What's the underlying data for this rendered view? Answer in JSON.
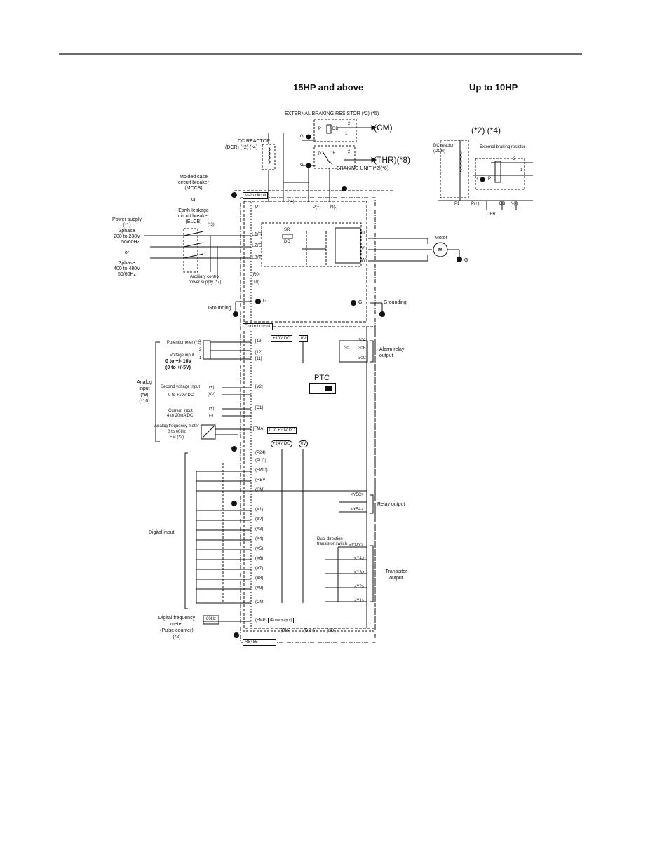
{
  "headings": {
    "left": "15HP and above",
    "right": "Up to 10HP"
  },
  "top": {
    "ext_braking": "EXTERNAL BRAKING RESISTOR (*2) (*5)",
    "cm": "(CM)",
    "thr": "(THR)(*8)",
    "braking_unit": "BRAKING UNIT (*2)(*6)",
    "dc_reactor_l1": "DC REACTOR",
    "dc_reactor_l2": "(DCR) (*2) (*4)",
    "star4": "(*4)",
    "main_circuit": "Main circuit",
    "p1": "P1",
    "pplus": "P(+)",
    "nminus": "N(-)",
    "g1": "G",
    "g2": "G",
    "res_p": "P",
    "res_db": "DB",
    "res_1": "1",
    "res_2": "2",
    "bu_p": "P",
    "bu_n": "N",
    "bu_db": "DB",
    "bu_1": "1",
    "bu_2": "2"
  },
  "left": {
    "mccb": [
      "Molded case",
      "circuit breaker",
      "(MCCB)"
    ],
    "or1": "or",
    "elcb": [
      "Earth-leakage",
      "circuit breaker",
      "(ELCB)"
    ],
    "star3": "(*3)",
    "power_supply": [
      "Power supply",
      "(*1)",
      "3phase",
      "200 to 230V",
      "50/60Hz"
    ],
    "or2": "or",
    "phase400": [
      "3phase",
      "400 to 480V",
      "50/60Hz"
    ],
    "aux": [
      "Auxiliary control",
      "power supply (*7)"
    ],
    "grounding": "Grounding"
  },
  "terminals": {
    "l1r": "L1/R",
    "l2s": "L2/S",
    "l3t": "L3/T",
    "r0": "(R0)",
    "t0": "(T0)",
    "sr": "SR",
    "dc": "DC",
    "u": "U",
    "v": "V",
    "w": "W",
    "g_left": "G",
    "g_right": "G"
  },
  "motor": {
    "label": "Motor",
    "m": "M",
    "g": "G"
  },
  "grounding_right": "Grounding",
  "control": {
    "control_circuit": "Control circuit",
    "t13": "[13]",
    "t12": "[12]",
    "t11": "[11]",
    "plus10": "+10V DC",
    "zerov": "0V",
    "pot": "Potentiometer (*2)",
    "pot3": "3",
    "pot2": "2",
    "pot1": "1",
    "voltage_input": "Voltage input",
    "v10": "0 to +/- 10V",
    "v5": "(0 to +/-5V)",
    "analog_input": [
      "Analog",
      "input",
      "(*9)",
      "(*10)"
    ],
    "v2": "[V2]",
    "second_voltage": "Second voltage input",
    "plus": "(+)",
    "zero": "(0V)",
    "range_10": "0 to +10V DC",
    "c1": "[C1]",
    "current_input": "Current input",
    "plus2": "(+)",
    "minus2": "(-)",
    "range_20": "4 to 20mA DC",
    "fma": "[FMA]",
    "fma_range": "0 to +10V DC",
    "afm": [
      "Analog frequency meter",
      "0 to 60Hz",
      "FM (*2)"
    ],
    "ptc": "PTC",
    "alarm_30": "30",
    "alarm_30a": "30A",
    "alarm_30b": "30B",
    "alarm_30c": "30C",
    "alarm_relay": [
      "Alarm relay",
      "output"
    ],
    "p24": "(P24)",
    "plc": "(PLC)",
    "fwd": "(FWD)",
    "rev": "(REV)",
    "cm1": "(CM)",
    "plus24": "+24V DC",
    "zerov2": "0V",
    "digital_input": "Digital input",
    "x_terms": [
      "(X1)",
      "(X2)",
      "(X3)",
      "(X4)",
      "(X5)",
      "(X6)",
      "(X7)",
      "(X8)",
      "(X9)"
    ],
    "cm2": "(CM)",
    "fmp": "(FMP)",
    "pulse_output": "(Pulse output)",
    "dxm": "(DX-)",
    "dxp": "(DX+)",
    "sd": "(SD)",
    "rs485": "RS485",
    "dfm": [
      "Digital frequency",
      "meter",
      "(Pulse counter)",
      "(*2)"
    ],
    "hz60": "60Hz",
    "y5c": "<Y5C>",
    "y5a": "<Y5A>",
    "relay_output": "Relay output",
    "dual": [
      "Dual direction",
      "transistor switch"
    ],
    "cmy": "<CMY>",
    "y4": "<Y4>",
    "y3": "<Y3>",
    "y2": "<Y2>",
    "y1": "<Y1>",
    "transistor": [
      "Transistor",
      "output"
    ]
  },
  "small": {
    "star2_4": "(*2) (*4)",
    "dc_reactor": [
      "DC reactor",
      "(DCR)"
    ],
    "ext_resistor": "External braking resistor (",
    "p1": "P1",
    "pplus": "P(+)",
    "db": "DB",
    "nminus": "N(-)",
    "dbr": "DBR",
    "g": "G",
    "p": "P",
    "one": "1",
    "two": "2"
  }
}
